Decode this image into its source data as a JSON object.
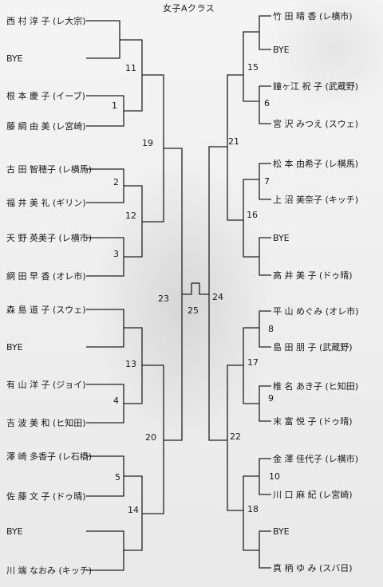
{
  "title": "女子Aクラス",
  "left_players": [
    "西 村 淳 子 (レ大宗)",
    "BYE",
    "根 本 慶 子 (イーブ)",
    "藤 綱 由 美 (レ宮崎)",
    "古 田 智穂子 (レ横馬)",
    "福 井 美 礼 (ギリン)",
    "天 野 英美子 (レ横市)",
    "網 田 早 香 (オレ市)",
    "森 島 道 子 (スウェ)",
    "BYE",
    "有 山 洋 子 (ジョイ)",
    "吉 波 美 和 (ヒ知田)",
    "澤 崎 多香子 (レ石橋)",
    "佐 藤 文 子 (ドゥ晴)",
    "BYE",
    "川 端 なおみ (キッチ)"
  ],
  "right_players": [
    "竹 田 晴 香 (レ横市)",
    "BYE",
    "鐘ヶ江 祝 子 (武蔵野)",
    "宮 沢 みつえ (スウェ)",
    "松 本 由希子 (レ横馬)",
    "上 沼 美奈子 (キッチ)",
    "BYE",
    "高 井 美 子 (ドゥ晴)",
    "平 山 めぐみ (オレ市)",
    "島 田 朋 子 (武蔵野)",
    "椎 名 あき子 (ヒ知田)",
    "末 富 悦 子 (ドゥ晴)",
    "金 澤 佳代子 (レ横市)",
    "川 口 麻 紀 (レ宮崎)",
    "BYE",
    "真 柄 ゆ み (スバ日)"
  ],
  "match_numbers": {
    "m1": "1",
    "m2": "2",
    "m3": "3",
    "m4": "4",
    "m5": "5",
    "m6": "6",
    "m7": "7",
    "m8": "8",
    "m9": "9",
    "m10": "10",
    "m11": "11",
    "m12": "12",
    "m13": "13",
    "m14": "14",
    "m15": "15",
    "m16": "16",
    "m17": "17",
    "m18": "18",
    "m19": "19",
    "m20": "20",
    "m21": "21",
    "m22": "22",
    "m23": "23",
    "m24": "24",
    "m25": "25"
  }
}
